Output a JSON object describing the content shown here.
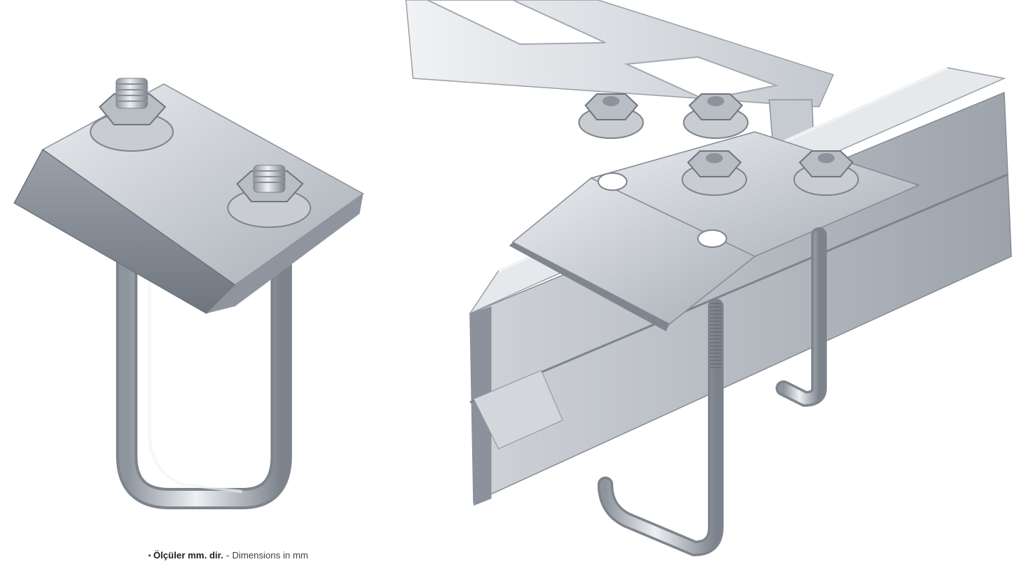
{
  "illustration": {
    "left": "beam-clamp-with-u-bolt",
    "right": "beam-clamp-on-strut-channel-assembly"
  },
  "caption": {
    "bullet": "•",
    "turkish": "Ölçüler mm. dir.",
    "separator": "-",
    "english": "Dimensions in mm"
  },
  "colors": {
    "steel_light": "#e4e7eb",
    "steel_mid": "#b6bcc4",
    "steel_dark": "#7d848d",
    "background": "#ffffff",
    "bullet": "#1a6e3a"
  }
}
